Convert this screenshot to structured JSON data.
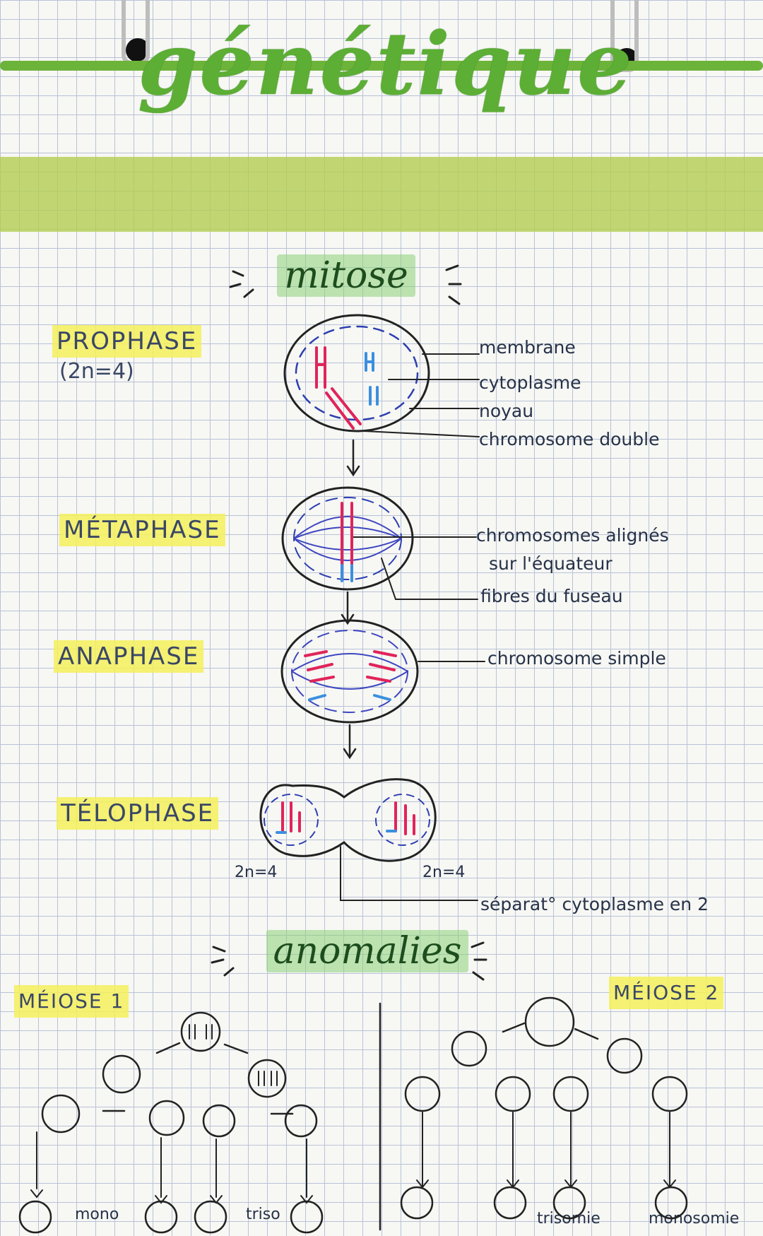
{
  "title": "génétique",
  "mitose": {
    "heading": "mitose",
    "phases": [
      {
        "name": "PROPHASE",
        "sub": "(2n=4)"
      },
      {
        "name": "MÉTAPHASE"
      },
      {
        "name": "ANAPHASE"
      },
      {
        "name": "TÉLOPHASE"
      }
    ],
    "prophase_labels": [
      "membrane",
      "cytoplasme",
      "noyau",
      "chromosome double"
    ],
    "metaphase_labels": [
      "chromosomes alignés",
      "sur l'équateur",
      "fibres du fuseau"
    ],
    "anaphase_label": "chromosome simple",
    "telophase_ploidy_left": "2n=4",
    "telophase_ploidy_right": "2n=4",
    "telophase_label": "séparat° cytoplasme en 2"
  },
  "anomalies": {
    "heading": "anomalies",
    "meiose1": {
      "label": "MÉIOSE 1",
      "mono": "mono",
      "triso": "triso"
    },
    "meiose2": {
      "label": "MÉIOSE 2",
      "trisomie": "trisomie",
      "monosomie": "monosomie"
    }
  },
  "colors": {
    "green": "#5cae35",
    "band": "#b2cd4e",
    "highlight": "#f5f05a",
    "red": "#e0245a",
    "blue": "#3b8fe0",
    "ink": "#263248"
  }
}
